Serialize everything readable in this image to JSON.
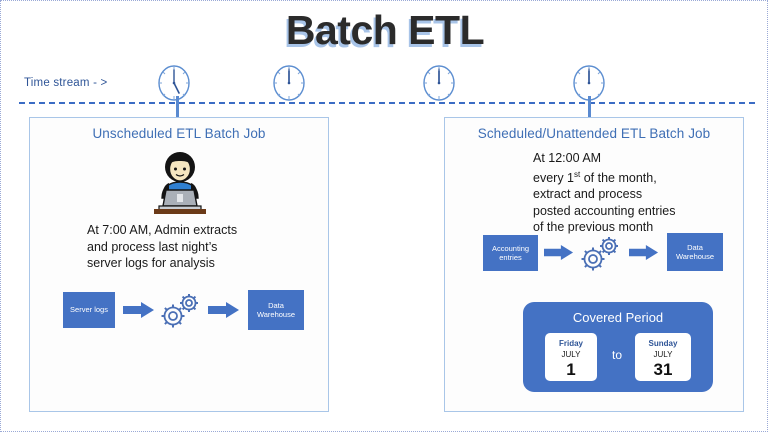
{
  "slide": {
    "title": "Batch ETL",
    "accent_blue": "#4472c4",
    "panel_border": "#a9c6e8",
    "title_shadow": "#a8c4e8",
    "timeline_color": "#3b6cc4"
  },
  "timestream": {
    "label": "Time stream - >",
    "clocks": [
      {
        "name": "clock-7-oclock",
        "time": "7:00"
      },
      {
        "name": "clock-12-oclock",
        "time": "12:00"
      },
      {
        "name": "clock-12-oclock-2",
        "time": "12:00"
      },
      {
        "name": "clock-12-oclock-3",
        "time": "12:00"
      }
    ]
  },
  "left_panel": {
    "title": "Unscheduled ETL Batch Job",
    "description": "At 7:00 AM, Admin extracts and process last night’s server logs for analysis",
    "description_lines": [
      "At 7:00 AM, Admin extracts",
      "and process last night’s",
      "server logs for analysis"
    ],
    "flow": {
      "source_label": "Server logs",
      "process_label": "gears-icon",
      "target_label_line1": "Data",
      "target_label_line2": "Warehouse"
    }
  },
  "right_panel": {
    "title": "Scheduled/Unattended ETL Batch Job",
    "description_lines": [
      "At 12:00 AM",
      "every 1st of the month,",
      "extract and process",
      "posted accounting entries",
      "of the previous month"
    ],
    "ordinal_line": {
      "prefix": "every 1",
      "sup": "st",
      "suffix": " of the month,"
    },
    "flow": {
      "source_label_line1": "Accounting",
      "source_label_line2": "entries",
      "process_label": "gears-icon",
      "target_label_line1": "Data",
      "target_label_line2": "Warehouse"
    },
    "covered_period": {
      "title": "Covered Period",
      "separator": "to",
      "start": {
        "dow": "Friday",
        "month": "JULY",
        "day": "1"
      },
      "end": {
        "dow": "Sunday",
        "month": "JULY",
        "day": "31"
      }
    }
  }
}
